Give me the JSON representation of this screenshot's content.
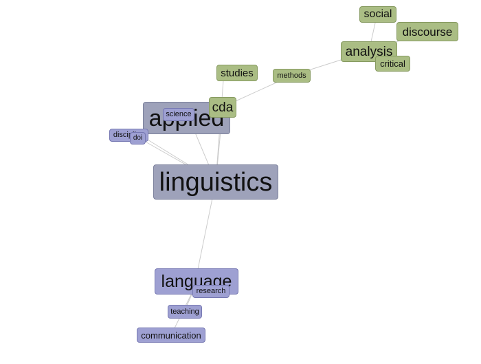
{
  "colors": {
    "slate": "#9ea2ba",
    "violet": "#9ea0d2",
    "green": "#aabd84",
    "edge": "#cccccc"
  },
  "nodes": {
    "linguistics": "linguistics",
    "applied": "applied",
    "language": "language",
    "cda": "cda",
    "studies": "studies",
    "methods": "methods",
    "analysis": "analysis",
    "social": "social",
    "discourse": "discourse",
    "critical": "critical",
    "science": "science",
    "discipline": "discipline",
    "doi": "doi",
    "research": "research",
    "teaching": "teaching",
    "communication": "communication"
  }
}
